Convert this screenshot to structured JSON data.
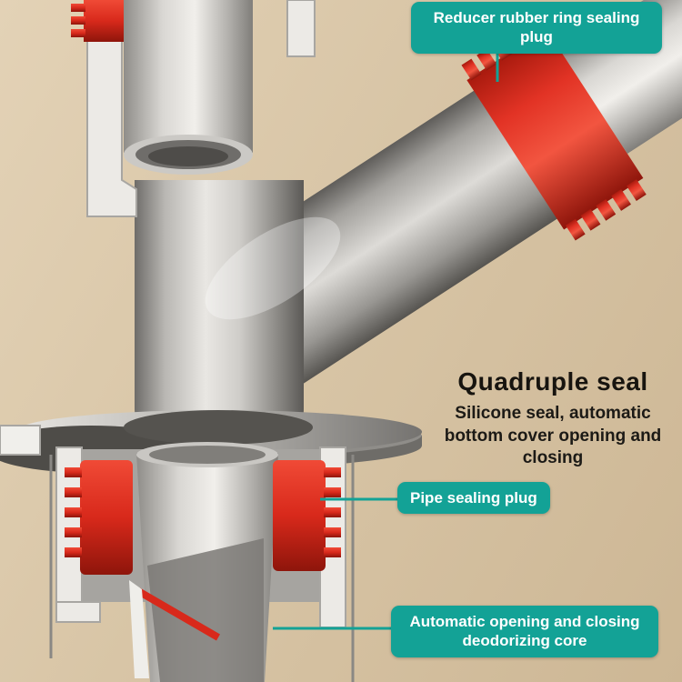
{
  "colors": {
    "background_top": "#e3d2b6",
    "background_bottom": "#cdb795",
    "badge": "#13a296",
    "badge_text": "#ffffff",
    "leader_line": "#13a296",
    "heading_text": "#17140f",
    "seal_red": "#d8291b",
    "pipe_gray": "#b5b3af"
  },
  "callouts": {
    "reducer_plug": {
      "label": "Reducer rubber ring sealing plug"
    },
    "quadruple_seal": {
      "title": "Quadruple seal",
      "description": "Silicone seal, automatic bottom cover opening and closing"
    },
    "pipe_sealing_plug": {
      "label": "Pipe sealing plug"
    },
    "deodorizing_core": {
      "label": "Automatic opening and closing deodorizing core"
    }
  }
}
